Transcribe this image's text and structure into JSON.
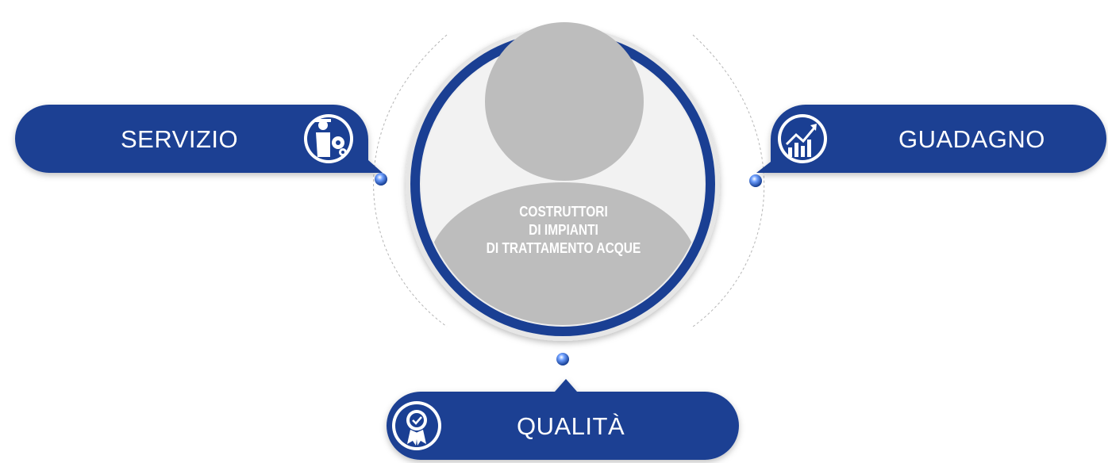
{
  "center": {
    "line1": "COSTRUTTORI",
    "line2": "DI IMPIANTI",
    "line3": "DI TRATTAMENTO ACQUE"
  },
  "nodes": [
    {
      "label": "SERVIZIO",
      "icon": "service-worker-gear-icon"
    },
    {
      "label": "GUADAGNO",
      "icon": "money-growth-chart-icon"
    },
    {
      "label": "QUALITÀ",
      "icon": "quality-badge-icon"
    }
  ],
  "colors": {
    "primary": "#1a3f93",
    "primary_dark": "#12307a",
    "placeholder_gray": "#bdbdbd",
    "ring_gray": "#e6e6e6",
    "white": "#ffffff"
  }
}
